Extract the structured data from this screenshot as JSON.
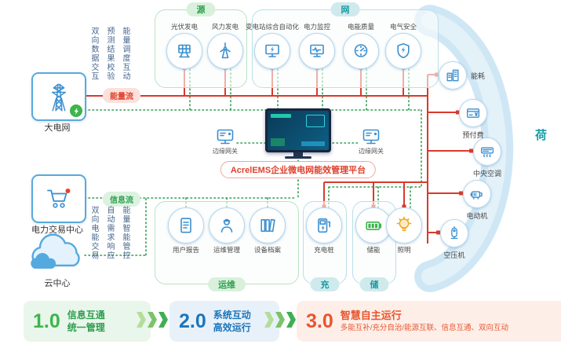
{
  "colors": {
    "energy_flow_red": "#d93a2b",
    "info_flow_green": "#2e9e4f",
    "teal": "#1898a0",
    "blue_stage": "#1b75bb",
    "orange_stage": "#e8552e",
    "arc_blue": "#cfe7f5",
    "icon_blue": "#3a8fd0"
  },
  "left_panel": {
    "grid": {
      "label": "大电网",
      "icon": "transmission-tower-icon"
    },
    "trade": {
      "label": "电力交易中心",
      "icon": "shopping-cart-icon"
    },
    "cloud": {
      "label": "云中心",
      "icon": "cloud-icon"
    },
    "top_vertical_texts": [
      "双向数据交互",
      "预测结果校验",
      "能量调度互动"
    ],
    "bottom_vertical_texts": [
      "双向电能交易",
      "自动需求响应",
      "能量智能管控"
    ],
    "energy_flow_label": "能量流",
    "info_flow_label": "信息流"
  },
  "top_groups": {
    "source": {
      "header": "源",
      "items": [
        {
          "label": "光伏发电",
          "icon": "solar-panel-icon"
        },
        {
          "label": "风力发电",
          "icon": "wind-turbine-icon"
        }
      ]
    },
    "network": {
      "header": "网",
      "items": [
        {
          "label": "变电站综合自动化",
          "icon": "substation-automation-icon"
        },
        {
          "label": "电力监控",
          "icon": "power-monitor-icon"
        },
        {
          "label": "电能质量",
          "icon": "power-quality-icon"
        },
        {
          "label": "电气安全",
          "icon": "electrical-safety-icon"
        }
      ]
    }
  },
  "bottom_groups": {
    "om": {
      "header": "运维",
      "items": [
        {
          "label": "用户报告",
          "icon": "user-report-icon"
        },
        {
          "label": "运维管理",
          "icon": "om-worker-icon"
        },
        {
          "label": "设备档案",
          "icon": "equipment-archive-icon"
        }
      ]
    },
    "charge": {
      "header": "充",
      "items": [
        {
          "label": "充电桩",
          "icon": "ev-charger-icon"
        }
      ]
    },
    "storage": {
      "header": "储",
      "items": [
        {
          "label": "储能",
          "icon": "battery-icon"
        }
      ]
    },
    "lighting": {
      "label": "照明",
      "icon": "bulb-icon"
    }
  },
  "center": {
    "platform_label": "AcrelEMS企业微电网能效管理平台",
    "gateway_left_label": "边缘网关",
    "gateway_right_label": "边缘网关",
    "screen_icon": "dashboard-monitor-icon"
  },
  "load_side": {
    "side_label": "荷",
    "items": [
      {
        "label": "能耗",
        "icon": "buildings-icon"
      },
      {
        "label": "预付费",
        "icon": "prepaid-card-icon"
      },
      {
        "label": "中央空调",
        "icon": "air-conditioner-icon"
      },
      {
        "label": "电动机",
        "icon": "motor-icon"
      },
      {
        "label": "空压机",
        "icon": "air-compressor-icon"
      }
    ]
  },
  "footer": {
    "stages": [
      {
        "version": "1.0",
        "line1": "信息互通",
        "line2": "统一管理"
      },
      {
        "version": "2.0",
        "line1": "系统互动",
        "line2": "高效运行"
      },
      {
        "version": "3.0",
        "line1": "智慧自主运行",
        "line2": "多能互补/充分自治/能源互联、信息互通、双向互动"
      }
    ]
  }
}
